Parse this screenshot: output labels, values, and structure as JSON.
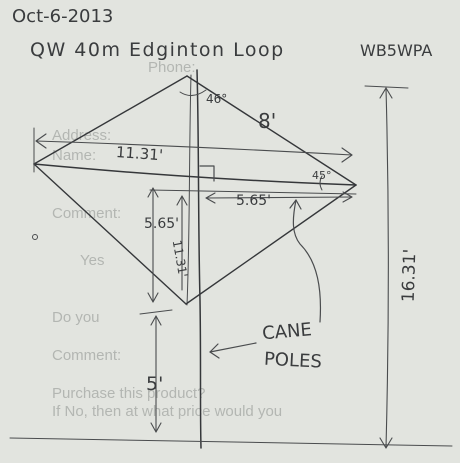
{
  "header": {
    "date": "Oct-6-2013",
    "title": "QW 40m Edginton Loop",
    "callsign": "WB5WPA"
  },
  "dimensions": {
    "apex_angle": "46°",
    "top_wire": "8'",
    "span": "11.31'",
    "right_angle": "45°",
    "right_half": "5.65'",
    "upper_drop": "5.65'",
    "lower_drop": "11.31'",
    "base_height": "5'",
    "total_height": "16.31'"
  },
  "callout": {
    "line1": "CANE",
    "line2": "POLES"
  },
  "see_through_text": [
    "Phone:",
    "Address:",
    "Name:",
    "Comment:",
    "Yes",
    "Do you",
    "Comment:",
    "Purchase this product?",
    "If No, then at what price would you"
  ],
  "colors": {
    "paper": "#e2e4df",
    "ink": "#3a3c3e"
  }
}
